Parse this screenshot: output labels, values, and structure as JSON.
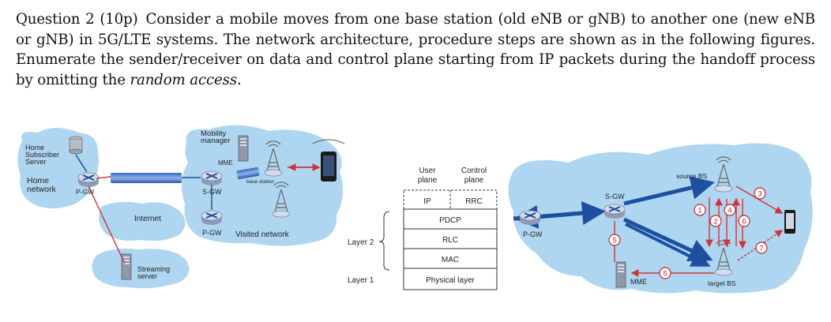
{
  "question": {
    "number_label": "Question 2",
    "points": "(10p)",
    "text_main": "Consider a mobile moves from one base station (old eNB or gNB) to another one (new eNB or gNB) in 5G/LTE systems. The network architecture, procedure steps are shown as in the following figures. Enumerate the sender/receiver on data and control plane starting from IP packets during the handoff process by omitting the",
    "text_emph": "random access",
    "text_end": "."
  },
  "figure_left": {
    "mobility_manager": "Mobility\nmanager",
    "mme": "MME",
    "home_subscriber_server": "Home\nSubscriber\nServer",
    "home_network": "Home\nnetwork",
    "pgw_home": "P-GW",
    "sgw": "S-GW",
    "base_station": "base station",
    "internet": "Internet",
    "pgw_visited": "P-GW",
    "visited_network": "Visited network",
    "streaming_server": "Streaming\nserver"
  },
  "figure_stack": {
    "user_plane": "User\nplane",
    "control_plane": "Control\nplane",
    "ip": "IP",
    "rrc": "RRC",
    "pdcp": "PDCP",
    "rlc": "RLC",
    "mac": "MAC",
    "physical_layer": "Physical layer",
    "layer2": "Layer 2",
    "layer1": "Layer 1"
  },
  "figure_right": {
    "sgw": "S-GW",
    "pgw": "P-GW",
    "mme": "MME",
    "source_bs": "source BS",
    "target_bs": "target BS",
    "steps": [
      "1",
      "2",
      "3",
      "4",
      "5",
      "6",
      "7"
    ]
  },
  "colors": {
    "cloud": "#aed6f0",
    "router": "#c9d3e6",
    "link_blue": "#1e4fa0",
    "step_red": "#c0282d",
    "arrow_red": "#d0333a"
  }
}
